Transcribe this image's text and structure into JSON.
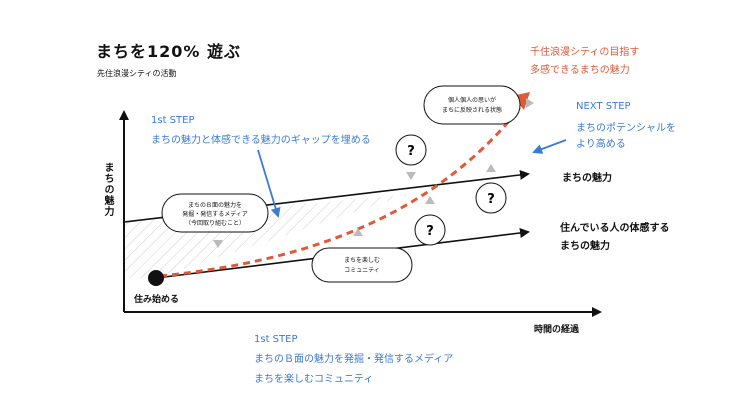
{
  "title": "まちを120% 遊ぶ",
  "subtitle": "先住浪漫シティの活動",
  "colors": {
    "blue": "#3a7bd5",
    "red": "#e05a3a",
    "gray": "#bbbbbb"
  },
  "axes": {
    "y_label": "まちの魅力",
    "x_label": "時間の経過",
    "origin_label": "住み始める"
  },
  "lines": {
    "upper_label": "まちの魅力",
    "lower_label_1": "住んでいる人の体感する",
    "lower_label_2": "まちの魅力"
  },
  "step1_top": {
    "heading": "1st STEP",
    "text": "まちの魅力と体感できる魅力のギャップを埋める"
  },
  "step1_bottom": {
    "heading": "1st STEP",
    "line1": "まちのＢ面の魅力を発掘・発信するメディア",
    "line2": "まちを楽しむコミュニティ"
  },
  "next_step": {
    "heading": "NEXT STEP",
    "line1": "まちのポテンシャルを",
    "line2": "より高める"
  },
  "goal": {
    "line1": "千住浪漫シティの目指す",
    "line2": "多感できるまちの魅力"
  },
  "bubbles": {
    "media": {
      "line1": "まちのＢ面の魅力を",
      "line2": "発掘・発信するメディア",
      "line3": "（今回取り組むこと）"
    },
    "community": {
      "line1": "まちを楽しむ",
      "line2": "コミュニティ"
    },
    "residents": {
      "line1": "個人個人の思いが",
      "line2": "まちに反映される状態"
    }
  },
  "question_mark": "?"
}
